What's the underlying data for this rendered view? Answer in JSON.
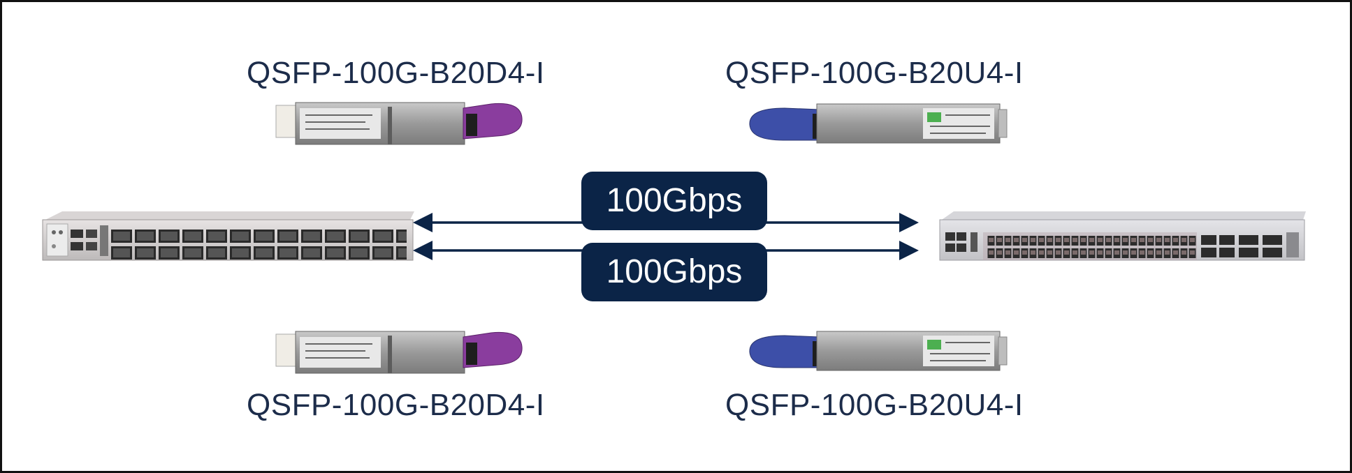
{
  "optics": {
    "top_left": "QSFP-100G-B20D4-I",
    "top_right": "QSFP-100G-B20U4-I",
    "bottom_left": "QSFP-100G-B20D4-I",
    "bottom_right": "QSFP-100G-B20U4-I"
  },
  "links": {
    "upper_speed": "100Gbps",
    "lower_speed": "100Gbps"
  },
  "colors": {
    "text": "#1c2c4a",
    "badge": "#0b2447",
    "arrow": "#0b2447",
    "d4_pull_tab": "#8a3d9e",
    "u4_pull_tab": "#3d4fa8"
  },
  "icons": {
    "left_device": "router-chassis-icon",
    "right_device": "switch-chassis-icon",
    "transceiver": "qsfp-transceiver-icon"
  }
}
